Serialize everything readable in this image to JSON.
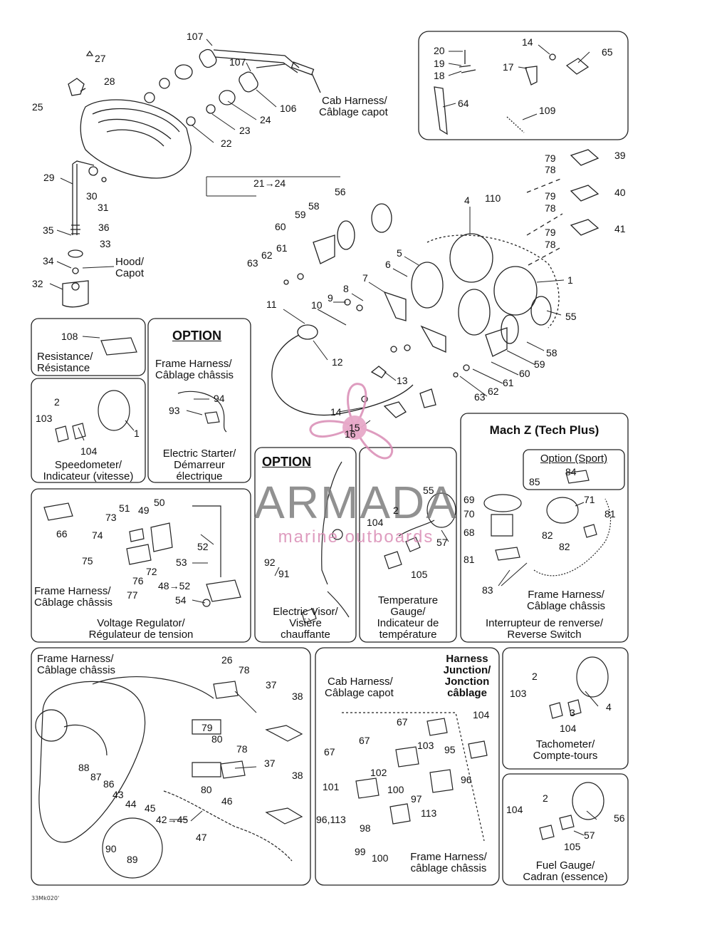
{
  "figure_id": "33Mk020'",
  "watermark": {
    "word": "ARMADA",
    "sub": "marine outboards",
    "prop_number": "15"
  },
  "captions": {
    "cab_harness_a": "Cab Harness/",
    "cab_harness_b": "Câblage capot",
    "hood_a": "Hood/",
    "hood_b": "Capot",
    "range_21_24": "21→24",
    "resistance_a": "Resistance/",
    "resistance_b": "Résistance",
    "option": "OPTION",
    "frame_harness": "Frame Harness/",
    "cablage_chassis": "Câblage châssis",
    "cablage_chassis_lc": "câblage châssis",
    "electric_starter_a": "Electric Starter/",
    "electric_starter_b": "Démarreur",
    "electric_starter_c": "électrique",
    "speedometer_a": "Speedometer/",
    "speedometer_b": "Indicateur (vitesse)",
    "voltage_reg_a": "Voltage Regulator/",
    "voltage_reg_b": "Régulateur de tension",
    "electric_visor_a": "Electric Visor/",
    "electric_visor_b": "Visière",
    "electric_visor_c": "chauffante",
    "temp_gauge_a": "Temperature",
    "temp_gauge_b": "Gauge/",
    "temp_gauge_c": "Indicateur de",
    "temp_gauge_d": "température",
    "mach_z": "Mach Z (Tech Plus)",
    "option_sport": "Option (Sport)",
    "reverse_a": "Interrupteur de renverse/",
    "reverse_b": "Reverse Switch",
    "harness_junction_a": "Harness",
    "harness_junction_b": "Junction/",
    "harness_junction_c": "Jonction",
    "harness_junction_d": "câblage",
    "tachometer_a": "Tachometer/",
    "tachometer_b": "Compte-tours",
    "fuel_gauge_a": "Fuel Gauge/",
    "fuel_gauge_b": "Cadran (essence)",
    "arrow_48_52": "48→52",
    "arrow_42_45": "42→45"
  },
  "callouts": [
    "107",
    "107",
    "106",
    "27",
    "28",
    "25",
    "24",
    "23",
    "22",
    "29",
    "30",
    "31",
    "35",
    "36",
    "33",
    "34",
    "32",
    "20",
    "19",
    "18",
    "14",
    "17",
    "65",
    "64",
    "109",
    "79",
    "78",
    "39",
    "79",
    "78",
    "40",
    "79",
    "78",
    "41",
    "56",
    "110",
    "4",
    "58",
    "59",
    "60",
    "61",
    "62",
    "63",
    "5",
    "6",
    "7",
    "8",
    "1",
    "9",
    "10",
    "11",
    "12",
    "55",
    "58",
    "59",
    "60",
    "61",
    "62",
    "63",
    "13",
    "14",
    "15",
    "16",
    "108",
    "2",
    "103",
    "1",
    "104",
    "94",
    "93",
    "66",
    "73",
    "51",
    "49",
    "50",
    "74",
    "75",
    "76",
    "77",
    "72",
    "52",
    "53",
    "48→52",
    "54",
    "92",
    "91",
    "2",
    "104",
    "55",
    "57",
    "105",
    "69",
    "70",
    "68",
    "71",
    "84",
    "85",
    "81",
    "82",
    "82",
    "81",
    "83",
    "26",
    "78",
    "37",
    "38",
    "79",
    "80",
    "78",
    "37",
    "80",
    "38",
    "88",
    "87",
    "86",
    "43",
    "44",
    "45",
    "46",
    "42→45",
    "47",
    "90",
    "89",
    "67",
    "104",
    "67",
    "103",
    "95",
    "102",
    "67",
    "101",
    "100",
    "97",
    "96",
    "113",
    "96,113",
    "98",
    "99",
    "100",
    "2",
    "103",
    "3",
    "4",
    "104",
    "104",
    "2",
    "56",
    "57",
    "105"
  ],
  "colors": {
    "ink": "#111111",
    "watermark_gray": "#7a7a7a",
    "watermark_pink": "#d98bb4"
  }
}
